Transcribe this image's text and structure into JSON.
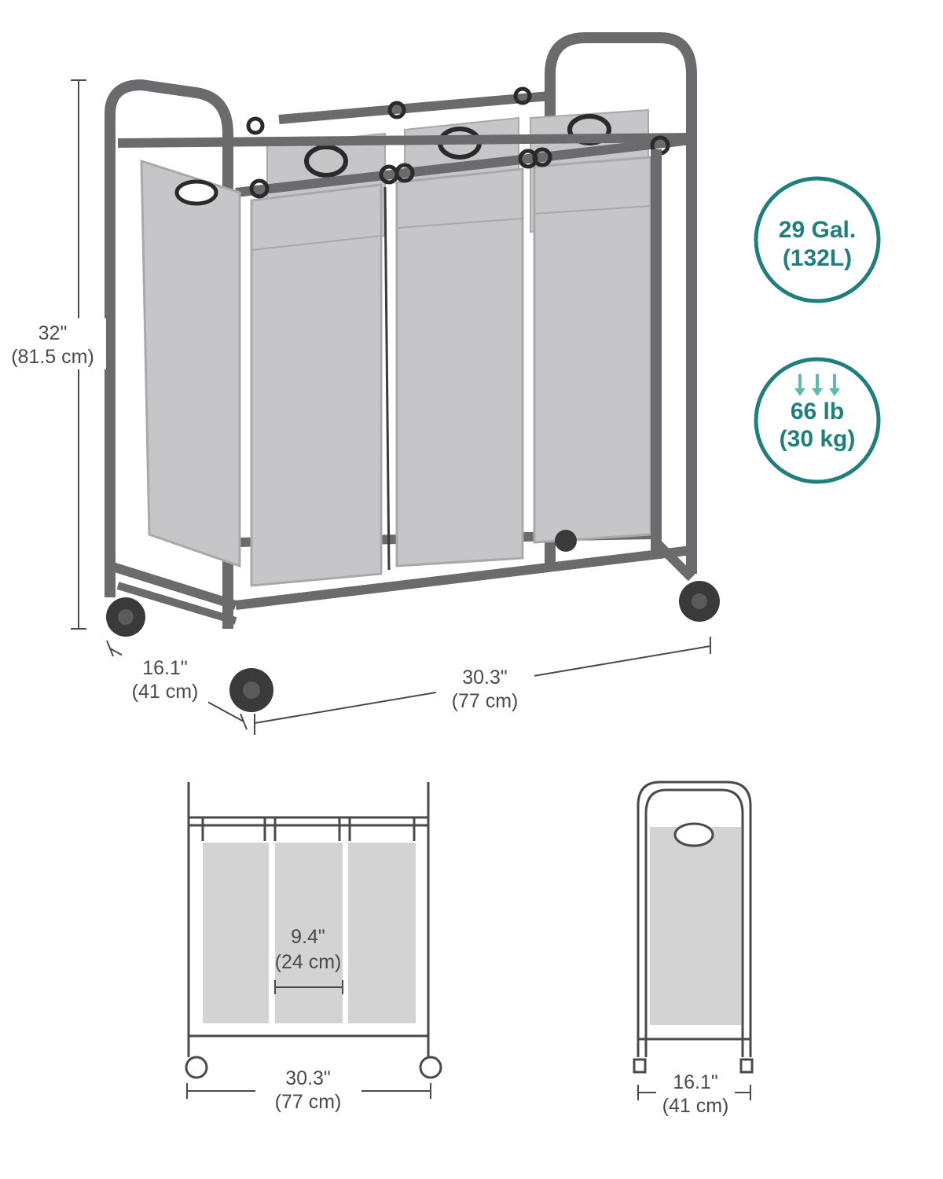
{
  "colors": {
    "frame": "#6b6b6e",
    "bag": "#c6c6c8",
    "bag_dark": "#b4b4b7",
    "accent": "#1f7f7c",
    "dim_line": "#4a4a4a",
    "drawing_fill": "#d3d3d3"
  },
  "main_view": {
    "height": {
      "inch": "32\"",
      "cm": "(81.5 cm)"
    },
    "depth": {
      "inch": "16.1\"",
      "cm": "(41 cm)"
    },
    "width": {
      "inch": "30.3\"",
      "cm": "(77 cm)"
    }
  },
  "badges": {
    "capacity": {
      "line1": "29 Gal.",
      "line2": "(132L)",
      "icon": "circle-badge"
    },
    "load": {
      "line1": "66 lb",
      "line2": "(30 kg)",
      "icon": "weight-down-arrows-icon"
    }
  },
  "front_view": {
    "bag_width": {
      "inch": "9.4\"",
      "cm": "(24 cm)"
    },
    "total_width": {
      "inch": "30.3\"",
      "cm": "(77 cm)"
    }
  },
  "side_view": {
    "depth": {
      "inch": "16.1\"",
      "cm": "(41 cm)"
    }
  }
}
